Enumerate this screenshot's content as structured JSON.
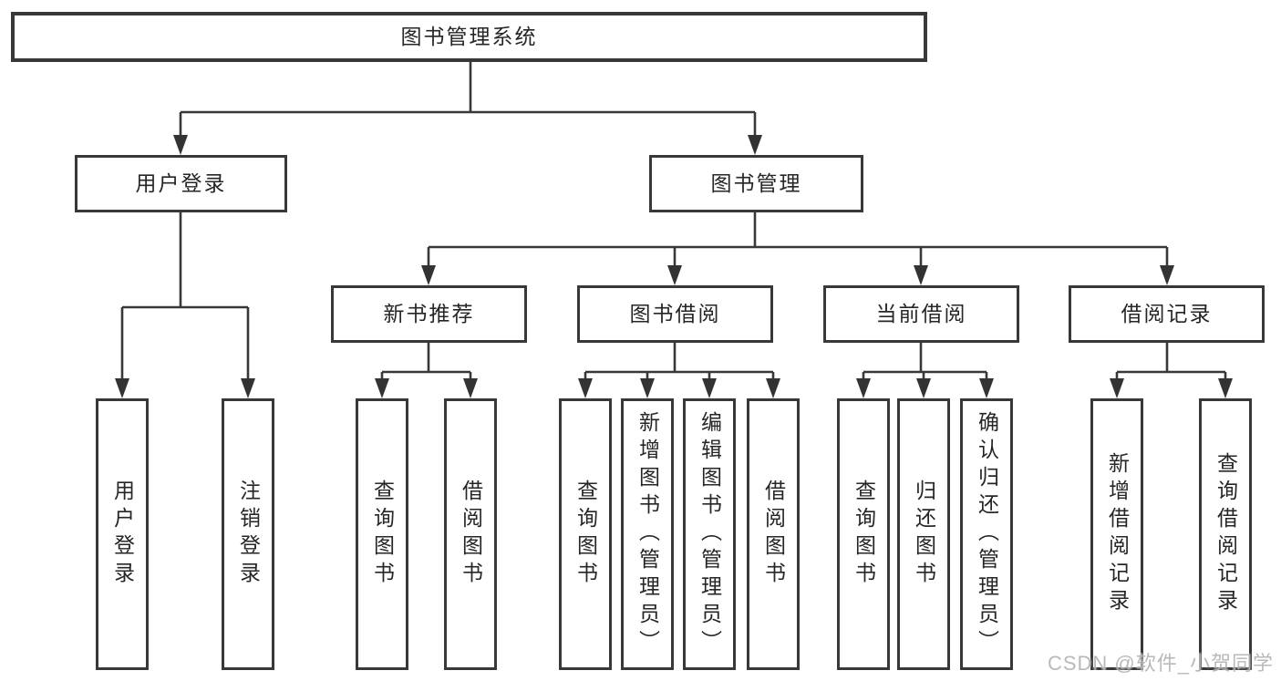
{
  "diagram": {
    "type": "hierarchy-tree",
    "root": {
      "label": "图书管理系统"
    },
    "branches": [
      {
        "label": "用户登录",
        "children": [
          {
            "label": "用户登录"
          },
          {
            "label": "注销登录"
          }
        ]
      },
      {
        "label": "图书管理",
        "children": [
          {
            "label": "新书推荐",
            "children": [
              {
                "label": "查询图书"
              },
              {
                "label": "借阅图书"
              }
            ]
          },
          {
            "label": "图书借阅",
            "children": [
              {
                "label": "查询图书"
              },
              {
                "label": "新增图书（管理员）"
              },
              {
                "label": "编辑图书（管理员）"
              },
              {
                "label": "借阅图书"
              }
            ]
          },
          {
            "label": "当前借阅",
            "children": [
              {
                "label": "查询图书"
              },
              {
                "label": "归还图书"
              },
              {
                "label": "确认归还（管理员）"
              }
            ]
          },
          {
            "label": "借阅记录",
            "children": [
              {
                "label": "新增借阅记录"
              },
              {
                "label": "查询借阅记录"
              }
            ]
          }
        ]
      }
    ]
  },
  "watermark": {
    "text": "CSDN @软件_小贺同学"
  },
  "colors": {
    "line": "#383838",
    "box_border": "#383838",
    "text": "#262626",
    "background": "#ffffff",
    "watermark": "#a8a8a8"
  }
}
